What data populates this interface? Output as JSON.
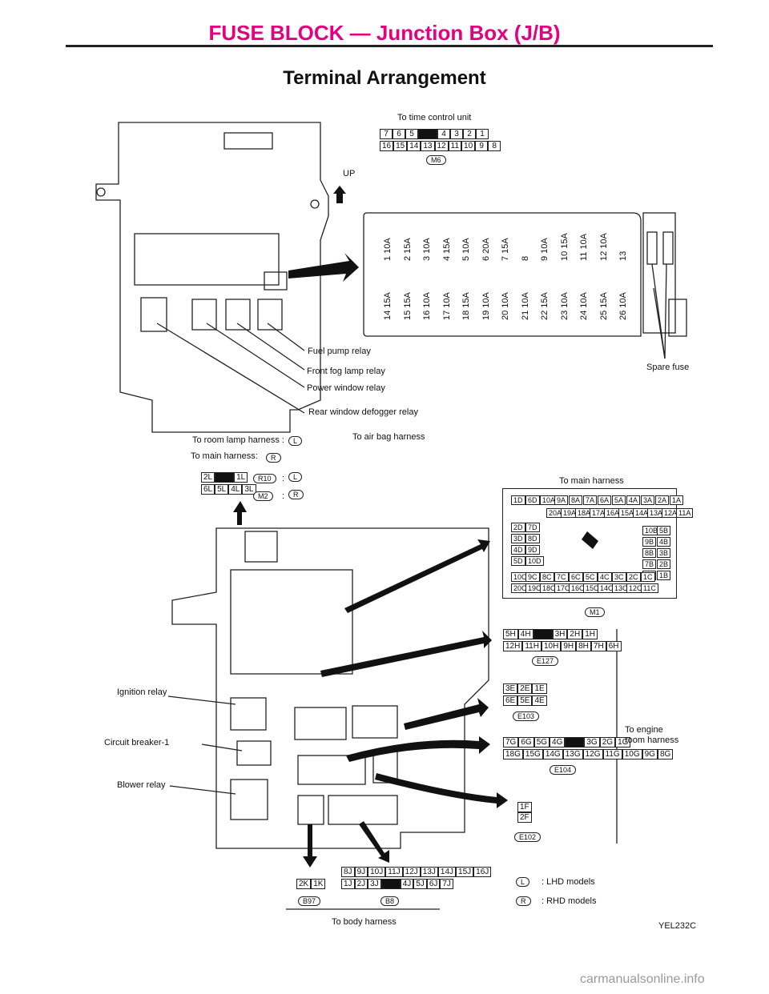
{
  "header": {
    "section_title": "FUSE BLOCK — Junction Box (J/B)",
    "sub_title": "Terminal Arrangement"
  },
  "upper": {
    "time_control": "To time control unit",
    "connector_m6": "M6",
    "up_label": "UP",
    "tcu_top_pins": [
      "7",
      "6",
      "5",
      "",
      "4",
      "3",
      "2",
      "1"
    ],
    "tcu_bottom_pins": [
      "16",
      "15",
      "14",
      "13",
      "12",
      "11",
      "10",
      "9",
      "8"
    ],
    "fuses_top": [
      "1 10A",
      "2 15A",
      "3 10A",
      "4 15A",
      "5 10A",
      "6 20A",
      "7 15A",
      "8",
      "9 10A",
      "10 15A",
      "11 10A",
      "12 10A",
      "13"
    ],
    "fuses_bottom": [
      "14 15A",
      "15 15A",
      "16 10A",
      "17 10A",
      "18 15A",
      "19 10A",
      "20 10A",
      "21 10A",
      "22 15A",
      "23 10A",
      "24 10A",
      "25 15A",
      "26 10A"
    ],
    "relays": [
      "Fuel pump relay",
      "Front fog lamp relay",
      "Power window relay",
      "Rear window defogger relay"
    ],
    "spare_fuse": "Spare fuse"
  },
  "lower": {
    "room_lamp": "To room lamp harness :",
    "main_harness_l": "To main harness:",
    "air_bag": "To air bag harness",
    "main_harness_r": "To main harness",
    "L": "L",
    "R": "R",
    "r10": "R10",
    "m2": "M2",
    "colon": ":",
    "r10_top": [
      "2L",
      "",
      "1L"
    ],
    "r10_bottom": [
      "6L",
      "5L",
      "4L",
      "3L"
    ],
    "m1_top": [
      "1D",
      "6D",
      "10A",
      "9A",
      "8A",
      "7A",
      "6A",
      "5A",
      "4A",
      "3A",
      "2A",
      "1A"
    ],
    "m1_sub": [
      "20A",
      "19A",
      "18A",
      "17A",
      "16A",
      "15A",
      "14A",
      "13A",
      "12A",
      "11A"
    ],
    "m1_left": [
      "2D",
      "7D",
      "3D",
      "8D",
      "4D",
      "9D",
      "5D",
      "10D"
    ],
    "m1_right": [
      "10B",
      "5B",
      "9B",
      "4B",
      "8B",
      "3B",
      "7B",
      "2B",
      "6B",
      "1B"
    ],
    "m1_bottom1": [
      "10C",
      "9C",
      "8C",
      "7C",
      "6C",
      "5C",
      "4C",
      "3C",
      "2C",
      "1C"
    ],
    "m1_bottom2": [
      "20C",
      "19C",
      "18C",
      "17C",
      "16C",
      "15C",
      "14C",
      "13C",
      "12C",
      "11C"
    ],
    "m1": "M1",
    "e127_top": [
      "5H",
      "4H",
      "",
      "3H",
      "2H",
      "1H"
    ],
    "e127_bottom": [
      "12H",
      "11H",
      "10H",
      "9H",
      "8H",
      "7H",
      "6H"
    ],
    "e127": "E127",
    "e103_top": [
      "3E",
      "2E",
      "1E"
    ],
    "e103_bottom": [
      "6E",
      "5E",
      "4E"
    ],
    "e103": "E103",
    "e104_top": [
      "7G",
      "6G",
      "5G",
      "4G",
      "",
      "3G",
      "2G",
      "1G"
    ],
    "e104_bottom": [
      "18G",
      "15G",
      "14G",
      "13G",
      "12G",
      "11G",
      "10G",
      "9G",
      "8G"
    ],
    "e104": "E104",
    "e102_pins": [
      "1F",
      "2F"
    ],
    "e102": "E102",
    "engine_room": "To engine\nroom harness",
    "ignition": "Ignition relay",
    "breaker": "Circuit breaker-1",
    "blower": "Blower relay",
    "b97_pins": [
      "2K",
      "1K"
    ],
    "b97": "B97",
    "b8_top": [
      "8J",
      "9J",
      "10J",
      "11J",
      "12J",
      "13J",
      "14J",
      "15J",
      "16J"
    ],
    "b8_bottom": [
      "1J",
      "2J",
      "3J",
      "",
      "4J",
      "5J",
      "6J",
      "7J"
    ],
    "b8": "B8",
    "body_harness": "To body harness",
    "lhd": ": LHD models",
    "rhd": ": RHD models",
    "code": "YEL232C"
  },
  "footer": {
    "watermark": "carmanualsonline.info"
  }
}
